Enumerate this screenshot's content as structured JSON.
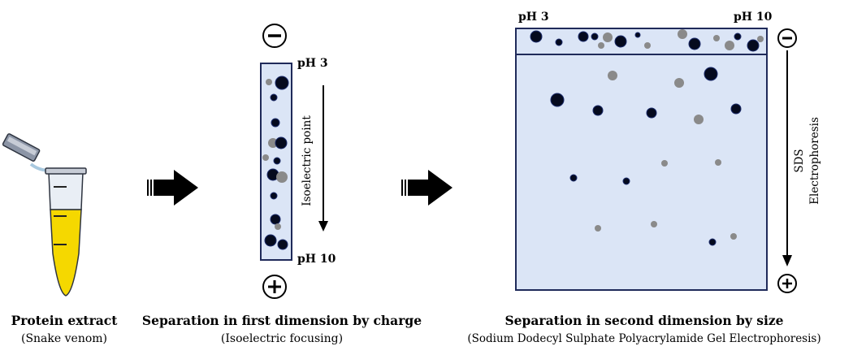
{
  "colors": {
    "gel_fill": "#dbe5f6",
    "gel_stroke": "#1f2a5a",
    "spot_dark": "#050a1e",
    "spot_gray": "#8a8a8a",
    "liquid_yellow": "#f5d800",
    "arrow_fill": "#000000"
  },
  "icons": {
    "minus": "minus-sign-icon",
    "plus": "plus-sign-icon",
    "tube": "microcentrifuge-tube-icon",
    "arrow": "block-arrow-right-icon"
  },
  "stage1": {
    "title": "Protein extract",
    "subtitle": "(Snake venom)"
  },
  "stage2": {
    "title": "Separation in first dimension by charge",
    "subtitle": "(Isoelectric focusing)",
    "ph_top": "pH 3",
    "ph_bottom": "pH 10",
    "axis_label": "Isoelectric point",
    "sign_top": "−",
    "sign_bottom": "+"
  },
  "stage3": {
    "title": "Separation in second dimension by size",
    "subtitle": "(Sodium Dodecyl Sulphate Polyacrylamide Gel Electrophoresis)",
    "ph_left": "pH 3",
    "ph_right": "pH 10",
    "axis_label_line1": "SDS",
    "axis_label_line2": "Electrophoresis",
    "sign_top": "−",
    "sign_bottom": "+"
  }
}
